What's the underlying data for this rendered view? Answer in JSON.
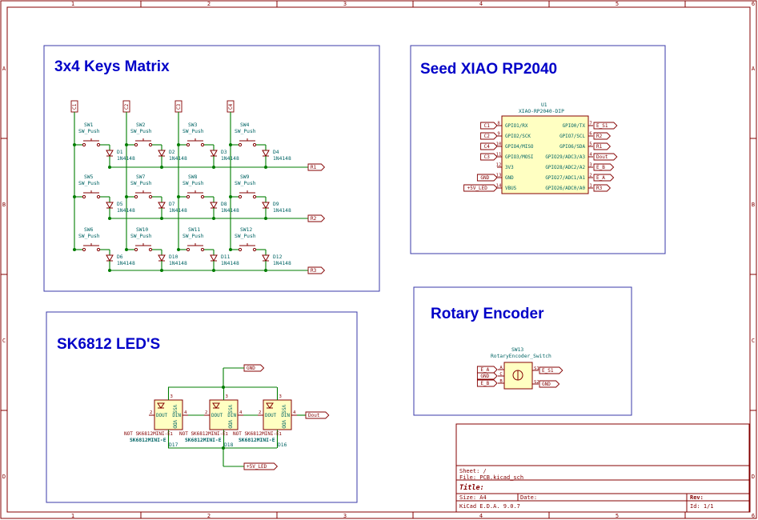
{
  "sections": {
    "matrix_title": "3x4 Keys Matrix",
    "mcu_title": "Seed XIAO RP2040",
    "encoder_title": "Rotary Encoder",
    "leds_title": "SK6812 LED'S"
  },
  "frame": {
    "col_numbers": [
      "1",
      "2",
      "3",
      "4",
      "5",
      "6"
    ],
    "row_letters": [
      "A",
      "B",
      "C",
      "D"
    ]
  },
  "matrix": {
    "columns": [
      "C1",
      "C2",
      "C3",
      "C4"
    ],
    "rows": [
      "R1",
      "R2",
      "R3"
    ],
    "switches": [
      {
        "ref": "SW1",
        "value": "SW_Push"
      },
      {
        "ref": "SW2",
        "value": "SW_Push"
      },
      {
        "ref": "SW3",
        "value": "SW_Push"
      },
      {
        "ref": "SW4",
        "value": "SW_Push"
      },
      {
        "ref": "SW5",
        "value": "SW_Push"
      },
      {
        "ref": "SW7",
        "value": "SW_Push"
      },
      {
        "ref": "SW8",
        "value": "SW_Push"
      },
      {
        "ref": "SW9",
        "value": "SW_Push"
      },
      {
        "ref": "SW6",
        "value": "SW_Push"
      },
      {
        "ref": "SW10",
        "value": "SW_Push"
      },
      {
        "ref": "SW11",
        "value": "SW_Push"
      },
      {
        "ref": "SW12",
        "value": "SW_Push"
      }
    ],
    "diodes": [
      {
        "ref": "D1",
        "value": "1N4148"
      },
      {
        "ref": "D2",
        "value": "1N4148"
      },
      {
        "ref": "D3",
        "value": "1N4148"
      },
      {
        "ref": "D4",
        "value": "1N4148"
      },
      {
        "ref": "D5",
        "value": "1N4148"
      },
      {
        "ref": "D7",
        "value": "1N4148"
      },
      {
        "ref": "D8",
        "value": "1N4148"
      },
      {
        "ref": "D9",
        "value": "1N4148"
      },
      {
        "ref": "D6",
        "value": "1N4148"
      },
      {
        "ref": "D10",
        "value": "1N4148"
      },
      {
        "ref": "D11",
        "value": "1N4148"
      },
      {
        "ref": "D12",
        "value": "1N4148"
      }
    ]
  },
  "mcu": {
    "ref": "U1",
    "value": "XIAO-RP2040-DIP",
    "left_pins": [
      {
        "num": "8",
        "name": "GPIO1/RX",
        "label": "C1"
      },
      {
        "num": "9",
        "name": "GPIO2/SCK",
        "label": "C2"
      },
      {
        "num": "10",
        "name": "GPIO4/MISO",
        "label": "C4"
      },
      {
        "num": "11",
        "name": "GPIO3/MOSI",
        "label": "C3"
      },
      {
        "num": "12",
        "name": "3V3",
        "label": ""
      },
      {
        "num": "13",
        "name": "GND",
        "label": "GND"
      },
      {
        "num": "14",
        "name": "VBUS",
        "label": "+5V_LED"
      }
    ],
    "right_pins": [
      {
        "num": "7",
        "name": "GPIO0/TX",
        "label": "E_S1"
      },
      {
        "num": "6",
        "name": "GPIO7/SCL",
        "label": "R2"
      },
      {
        "num": "5",
        "name": "GPIO6/SDA",
        "label": "R1"
      },
      {
        "num": "4",
        "name": "GPIO29/ADC3/A3",
        "label": "Dout"
      },
      {
        "num": "3",
        "name": "GPIO28/ADC2/A2",
        "label": "E_B"
      },
      {
        "num": "2",
        "name": "GPIO27/ADC1/A1",
        "label": "E_A"
      },
      {
        "num": "1",
        "name": "GPIO26/ADC0/A0",
        "label": "R3"
      }
    ]
  },
  "encoder": {
    "ref": "SW13",
    "value": "RotaryEncoder_Switch",
    "left_labels": [
      "E_A",
      "GND",
      "E_B"
    ],
    "left_pins": [
      "A",
      "C",
      "B"
    ],
    "right_labels": [
      "E_S1",
      "GND"
    ],
    "right_pins": [
      "S1",
      "S2"
    ]
  },
  "leds": {
    "gnd_label": "GND",
    "vcc_label": "+5V_LED",
    "dout_label": "Dout",
    "parts": [
      {
        "ref": "D17",
        "value": "SK6812MINI-E",
        "note": "NOT SK6812MINI-E",
        "dout": "DOUT",
        "din": "DIN",
        "vss": "VSS",
        "vdd": "VDD",
        "pin_left": "2",
        "pin_right": "4",
        "pin_top": "3",
        "pin_bottom": "1"
      },
      {
        "ref": "D18",
        "value": "SK6812MINI-E",
        "note": "NOT SK6812MINI-E",
        "dout": "DOUT",
        "din": "DIN",
        "vss": "VSS",
        "vdd": "VDD",
        "pin_left": "2",
        "pin_right": "4",
        "pin_top": "3",
        "pin_bottom": "1"
      },
      {
        "ref": "D16",
        "value": "SK6812MINI-E",
        "note": "NOT SK6812MINI-E",
        "dout": "DOUT",
        "din": "DIN",
        "vss": "VSS",
        "vdd": "VDD",
        "pin_left": "2",
        "pin_right": "4",
        "pin_top": "3",
        "pin_bottom": "1"
      }
    ]
  },
  "title_block": {
    "sheet": "Sheet: /",
    "file": "File: PCB.kicad_sch",
    "title": "Title:",
    "size": "Size: A4",
    "date": "Date:",
    "rev": "Rev:",
    "app": "KiCad E.D.A. 9.0.7",
    "id": "Id: 1/1"
  }
}
